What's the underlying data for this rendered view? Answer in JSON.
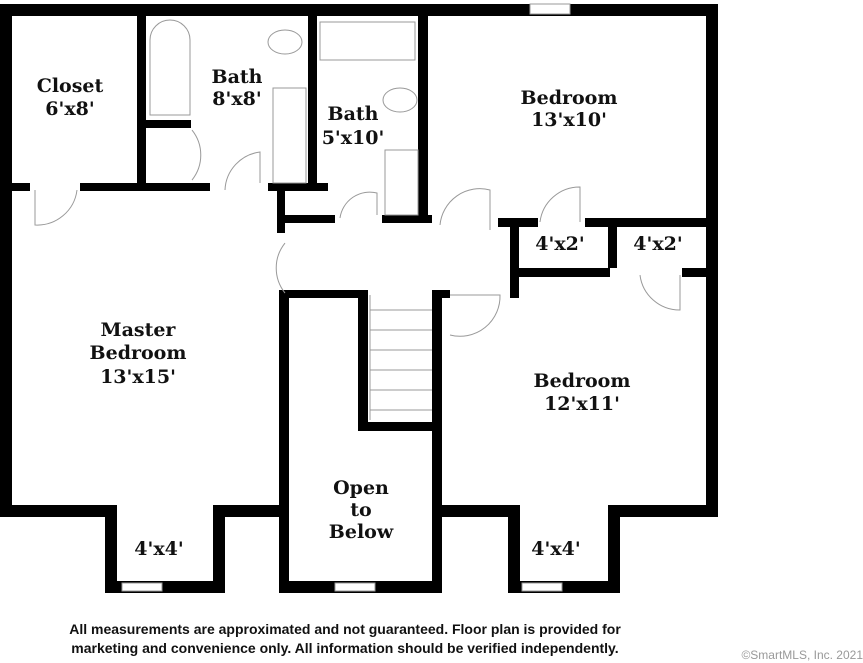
{
  "rooms": {
    "closet": {
      "name": "Closet",
      "size": "6'x8'"
    },
    "bath1": {
      "name": "Bath",
      "size": "8'x8'"
    },
    "bath2": {
      "name": "Bath",
      "size": "5'x10'"
    },
    "bedroom1": {
      "name": "Bedroom",
      "size": "13'x10'"
    },
    "closet_a": {
      "size": "4'x2'"
    },
    "closet_b": {
      "size": "4'x2'"
    },
    "master": {
      "name1": "Master",
      "name2": "Bedroom",
      "size": "13'x15'"
    },
    "bedroom2": {
      "name": "Bedroom",
      "size": "12'x11'"
    },
    "open": {
      "line1": "Open",
      "line2": "to",
      "line3": "Below"
    },
    "bay_left": {
      "size": "4'x4'"
    },
    "bay_right": {
      "size": "4'x4'"
    }
  },
  "footer": {
    "line1": "All measurements are approximated and not guaranteed. Floor plan is provided for",
    "line2": "marketing and convenience only. All information should be verified independently."
  },
  "copyright": "©SmartMLS, Inc. 2021"
}
